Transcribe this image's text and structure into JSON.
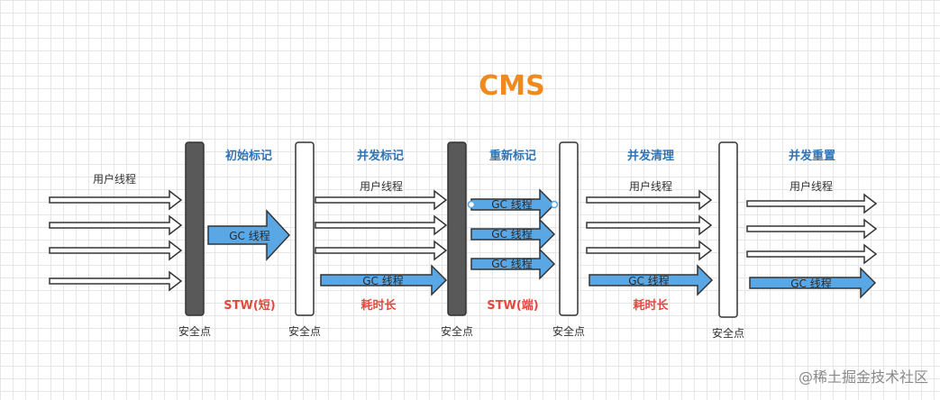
{
  "title": "CMS",
  "phases": [
    "初始标记",
    "并发标记",
    "重新标记",
    "并发清理",
    "并发重置"
  ],
  "notes": [
    "STW(短)",
    "耗时长",
    "STW(端)",
    "耗时长"
  ],
  "safepoint_label": "安全点",
  "user_thread_label": "用户线程",
  "gc_thread_label": "GC 线程",
  "watermark": "@稀土掘金技术社区",
  "colors": {
    "title": "#ef8a1f",
    "phase": "#2f74b5",
    "note": "#e5483e",
    "gc_arrow": "#5aa7e6",
    "stw_bar": "#595959"
  }
}
